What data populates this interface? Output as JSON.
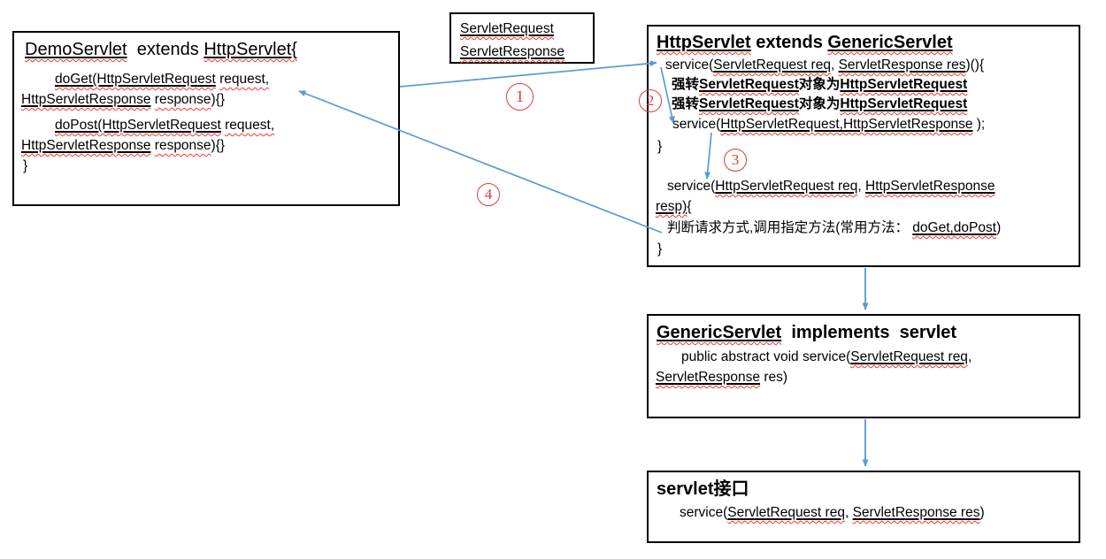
{
  "colors": {
    "arrow_blue": "#5b9bd5",
    "annotation_red": "#e23b3b",
    "spellcheck_wavy_red": "#f03a2f",
    "box_border": "#000000",
    "text": "#000000"
  },
  "boxes": {
    "demo_servlet": {
      "lines": [
        {
          "title": 1,
          "pad": 12,
          "segs": [
            {
              "t": "DemoServlet",
              "s": "u"
            },
            {
              "t": "  extends ",
              "s": "p"
            },
            {
              "t": "HttpServlet{",
              "s": "u"
            }
          ]
        },
        {
          "pad": 46,
          "mt": 8,
          "segs": [
            {
              "t": "doGet(HttpServletRequest",
              "s": "u"
            },
            {
              "t": " ",
              "s": "p"
            },
            {
              "t": "request,",
              "s": "w"
            }
          ]
        },
        {
          "pad": 8,
          "segs": [
            {
              "t": "HttpServletResponse",
              "s": "u"
            },
            {
              "t": " ",
              "s": "p"
            },
            {
              "t": "response",
              "s": "w"
            },
            {
              "t": "){}",
              "s": "p"
            }
          ]
        },
        {
          "pad": 46,
          "mt": 6,
          "segs": [
            {
              "t": "doPost(HttpServletRequest",
              "s": "u"
            },
            {
              "t": " ",
              "s": "p"
            },
            {
              "t": "request,",
              "s": "w"
            }
          ]
        },
        {
          "pad": 8,
          "segs": [
            {
              "t": "HttpServletResponse",
              "s": "u"
            },
            {
              "t": " ",
              "s": "p"
            },
            {
              "t": "response",
              "s": "w"
            },
            {
              "t": "){}",
              "s": "p"
            }
          ]
        },
        {
          "pad": 10,
          "segs": [
            {
              "t": "}",
              "s": "p"
            }
          ]
        }
      ]
    },
    "servlet_req_res": {
      "lines": [
        {
          "pad": 10,
          "mt": 2,
          "lh": 26,
          "segs": [
            {
              "t": "ServletRequest",
              "s": "u"
            }
          ]
        },
        {
          "pad": 10,
          "lh": 26,
          "segs": [
            {
              "t": "ServletResponse",
              "s": "u"
            }
          ]
        }
      ]
    },
    "http_servlet": {
      "lines": [
        {
          "title": 1,
          "b": 1,
          "pad": 9,
          "lh": 27,
          "segs": [
            {
              "t": "HttpServlet",
              "s": "u"
            },
            {
              "t": " extends ",
              "s": "p"
            },
            {
              "t": "GenericServlet",
              "s": "u"
            }
          ]
        },
        {
          "pad": 19,
          "segs": [
            {
              "t": "service(",
              "s": "p"
            },
            {
              "t": "ServletRequest req",
              "s": "u"
            },
            {
              "t": ", ",
              "s": "p"
            },
            {
              "t": "ServletResponse res",
              "s": "u"
            },
            {
              "t": ")(){",
              "s": "p"
            }
          ]
        },
        {
          "pad": 26,
          "b": 1,
          "lh": 22,
          "segs": [
            {
              "t": "强转",
              "s": "p"
            },
            {
              "t": "ServletRequest",
              "s": "u"
            },
            {
              "t": "对象为",
              "s": "p"
            },
            {
              "t": "HttpServletRequest",
              "s": "u"
            }
          ]
        },
        {
          "pad": 26,
          "b": 1,
          "lh": 22,
          "segs": [
            {
              "t": "强转",
              "s": "p"
            },
            {
              "t": "ServletRequest",
              "s": "u"
            },
            {
              "t": "对象为",
              "s": "p"
            },
            {
              "t": "HttpServletRequest",
              "s": "u"
            }
          ]
        },
        {
          "pad": 27,
          "lh": 24,
          "segs": [
            {
              "t": "service(",
              "s": "p"
            },
            {
              "t": "HttpServletRequest,HttpServletResponse",
              "s": "u"
            },
            {
              "t": " );",
              "s": "p"
            }
          ]
        },
        {
          "pad": 10,
          "lh": 25,
          "segs": [
            {
              "t": "}",
              "s": "p"
            }
          ]
        },
        {
          "h": 21,
          "segs": []
        },
        {
          "pad": 21,
          "segs": [
            {
              "t": "service(",
              "s": "p"
            },
            {
              "t": "HttpServletRequest req",
              "s": "u"
            },
            {
              "t": ", ",
              "s": "p"
            },
            {
              "t": "HttpServletResponse",
              "s": "u"
            }
          ]
        },
        {
          "pad": 8,
          "lh": 24,
          "segs": [
            {
              "t": "resp)",
              "s": "u"
            },
            {
              "t": "{",
              "s": "p"
            }
          ]
        },
        {
          "pad": 21,
          "lh": 24,
          "segs": [
            {
              "t": "判断请求方式,调用指定方法(常用方法： ",
              "s": "p"
            },
            {
              "t": "doGet,doPost",
              "s": "u"
            },
            {
              "t": ")",
              "s": "p"
            }
          ]
        },
        {
          "pad": 10,
          "lh": 24,
          "segs": [
            {
              "t": "}",
              "s": "p"
            }
          ]
        }
      ]
    },
    "generic_servlet": {
      "lines": [
        {
          "title": 1,
          "b": 1,
          "pad": 9,
          "lh": 28,
          "segs": [
            {
              "t": "GenericServlet",
              "s": "u"
            },
            {
              "t": "  implements  servlet",
              "s": "p"
            }
          ]
        },
        {
          "pad": 37,
          "mt": 2,
          "segs": [
            {
              "t": "public abstract void service(",
              "s": "p"
            },
            {
              "t": "ServletRequest req",
              "s": "u"
            },
            {
              "t": ",",
              "s": "p"
            }
          ]
        },
        {
          "pad": 8,
          "segs": [
            {
              "t": "ServletResponse",
              "s": "u"
            },
            {
              "t": " res)",
              "s": "p"
            }
          ]
        }
      ]
    },
    "servlet_interface": {
      "lines": [
        {
          "title": 1,
          "b": 1,
          "pad": 9,
          "lh": 28,
          "segs": [
            {
              "t": "servlet",
              "s": "p"
            },
            {
              "t": "接口",
              "s": "p"
            }
          ]
        },
        {
          "pad": 35,
          "mt": 1,
          "segs": [
            {
              "t": "service(",
              "s": "p"
            },
            {
              "t": "ServletRequest req",
              "s": "u"
            },
            {
              "t": ", ",
              "s": "p"
            },
            {
              "t": "ServletResponse res",
              "s": "u"
            },
            {
              "t": ")",
              "s": "p"
            }
          ]
        }
      ]
    }
  },
  "annotations": [
    {
      "label": "1"
    },
    {
      "label": "2"
    },
    {
      "label": "3"
    },
    {
      "label": "4"
    }
  ]
}
